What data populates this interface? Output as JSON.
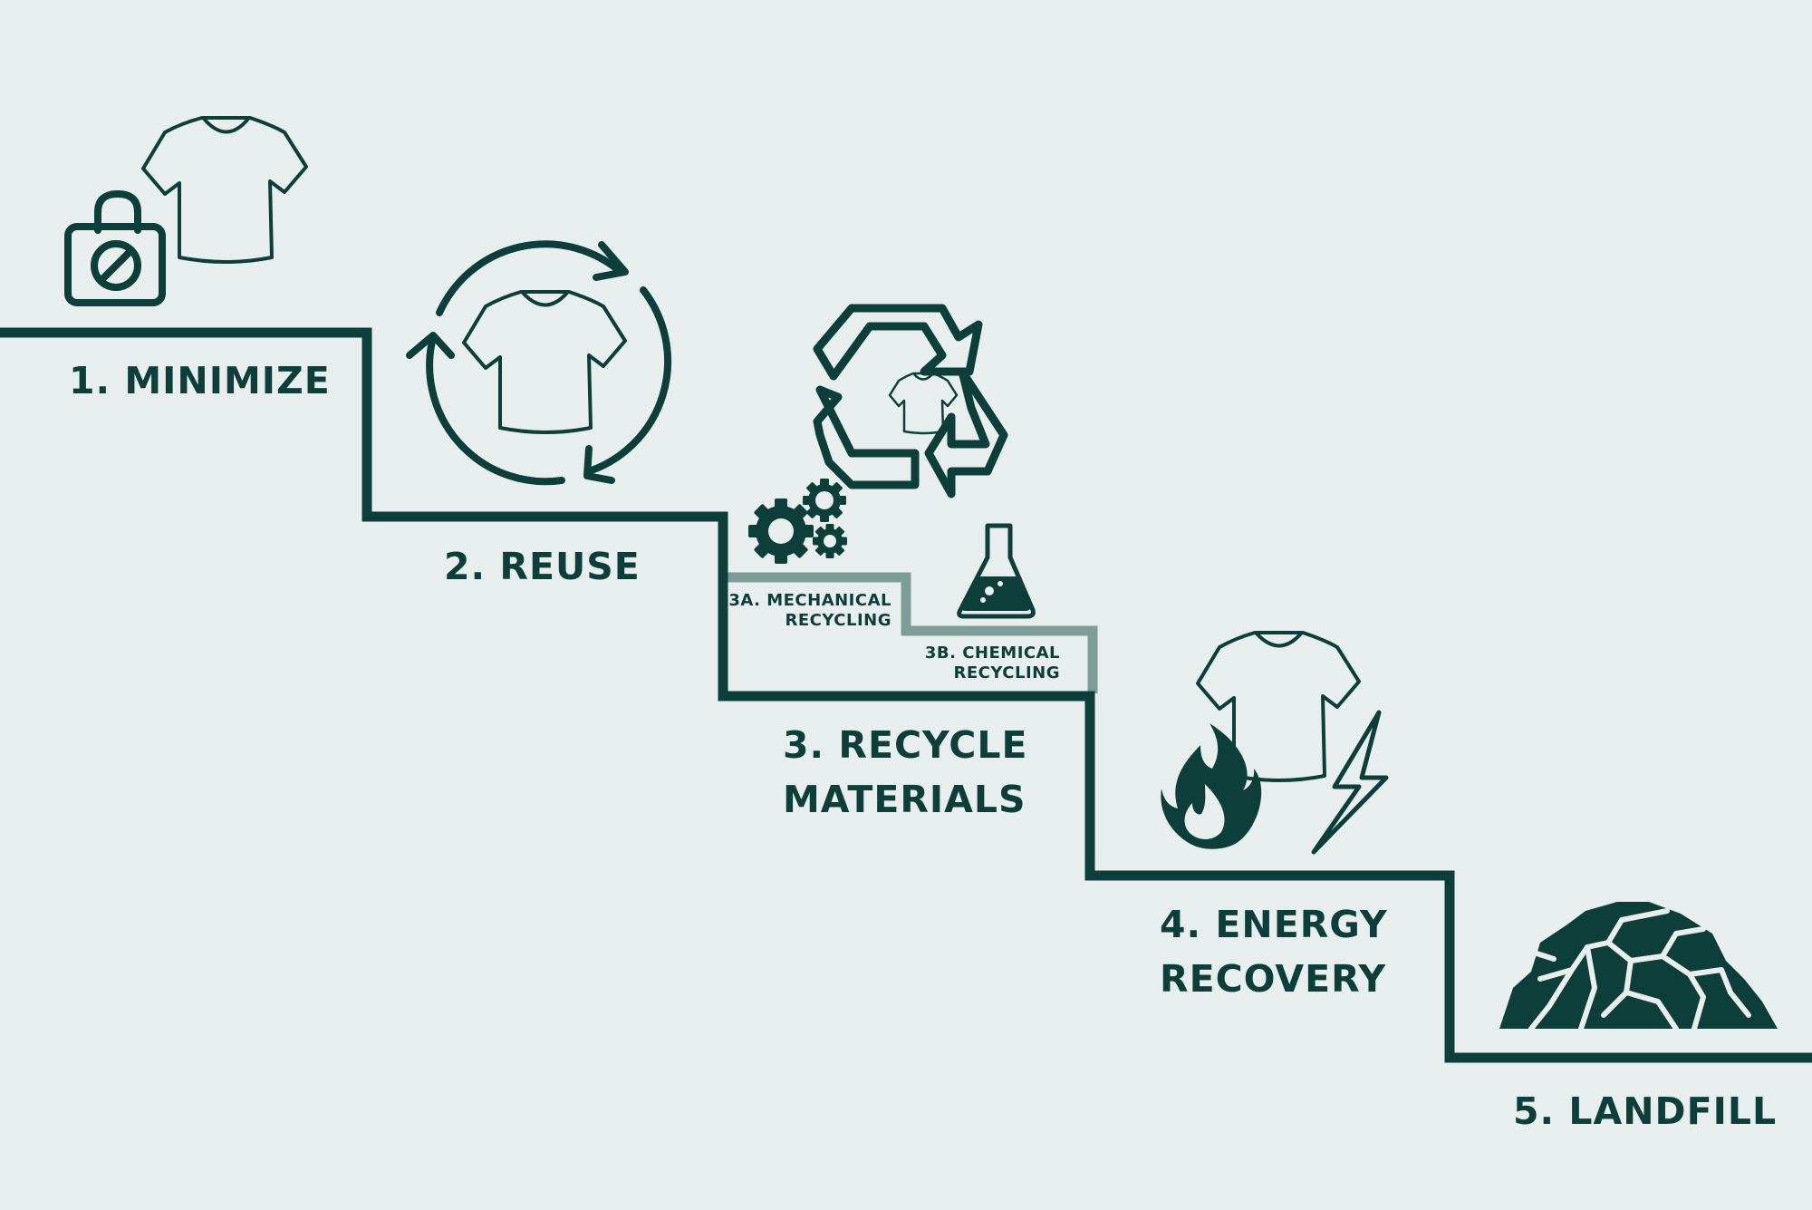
{
  "colors": {
    "background": "#e8eeed",
    "primary": "#0e3e3a",
    "secondary": "#7d9c98"
  },
  "steps": [
    {
      "label": "1. MINIMIZE",
      "icon": "no-shopping-bag-and-shirt-icon"
    },
    {
      "label": "2. REUSE",
      "icon": "circular-reuse-shirt-icon"
    },
    {
      "label_line1": "3. RECYCLE",
      "label_line2": "MATERIALS",
      "icon": "recycle-shirt-icon"
    },
    {
      "label_line1": "4. ENERGY",
      "label_line2": "RECOVERY",
      "icon": "shirt-fire-energy-icon"
    },
    {
      "label": "5. LANDFILL",
      "icon": "landfill-rubble-icon"
    }
  ],
  "substeps": [
    {
      "label_line1": "3A. MECHANICAL",
      "label_line2": "RECYCLING",
      "icon": "gears-icon"
    },
    {
      "label_line1": "3B. CHEMICAL",
      "label_line2": "RECYCLING",
      "icon": "flask-icon"
    }
  ]
}
